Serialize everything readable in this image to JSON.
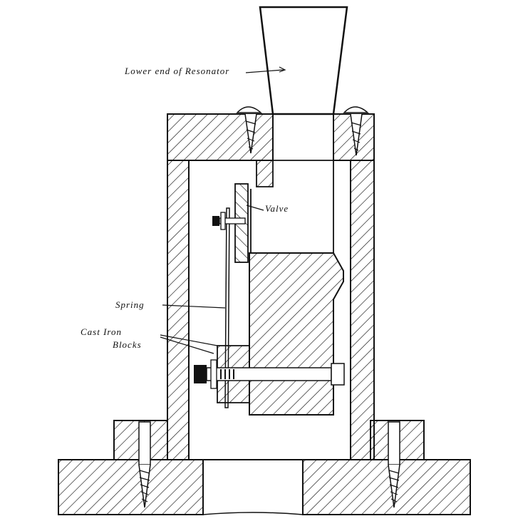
{
  "labels": {
    "resonator": "Lower end of Resonator",
    "valve": "Valve",
    "spring": "Spring",
    "blocks_line1": "Cast Iron",
    "blocks_line2": "Blocks"
  },
  "colors": {
    "ink": "#111111",
    "paper": "#ffffff"
  }
}
